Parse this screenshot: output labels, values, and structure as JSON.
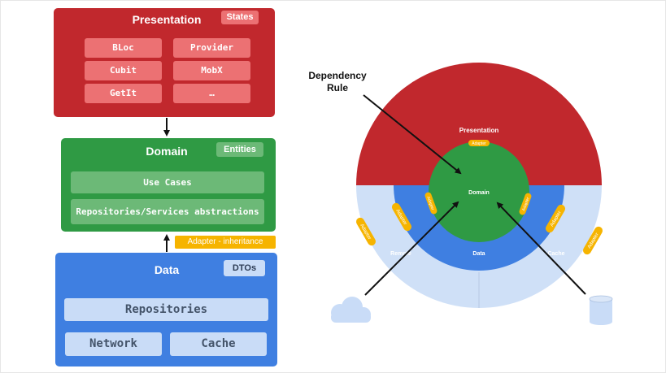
{
  "layers": {
    "presentation": {
      "title": "Presentation",
      "tag": "States",
      "items": [
        "BLoc",
        "Provider",
        "Cubit",
        "MobX",
        "GetIt",
        "…"
      ]
    },
    "domain": {
      "title": "Domain",
      "tag": "Entities",
      "items": [
        "Use Cases",
        "Repositories/Services abstractions"
      ]
    },
    "data": {
      "title": "Data",
      "tag": "DTOs",
      "items": [
        "Repositories",
        "Network",
        "Cache"
      ]
    },
    "adapter_note": "Adapter - inheritance"
  },
  "onion": {
    "dependency_rule": [
      "Dependency",
      "Rule"
    ],
    "presentation": "Presentation",
    "domain": "Domain",
    "data": "Data",
    "remote": "Remote",
    "cache": "Cache",
    "adapter": "Adapter"
  },
  "colors": {
    "presentation": "#c1282d",
    "presentation_chip": "#ec7173",
    "domain": "#2f9a44",
    "domain_chip": "#6cb977",
    "data": "#3f7fe1",
    "data_chip": "#c9dcf7",
    "outer_light": "#cfe0f7",
    "adapter": "#f6b400"
  }
}
